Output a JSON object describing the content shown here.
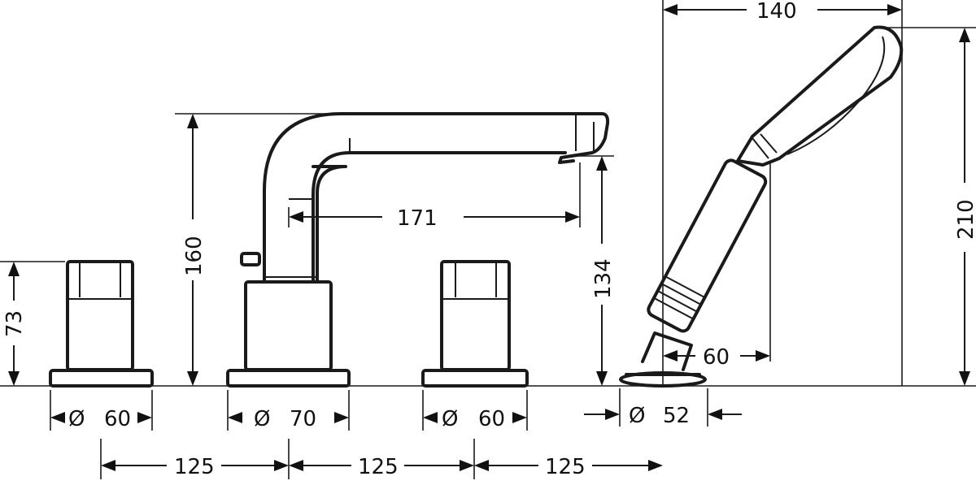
{
  "dimensions": {
    "valve_left_height": "73",
    "valve_left_diameter": "60",
    "spout_height": "160",
    "spout_reach": "171",
    "spout_diameter": "70",
    "spout_outlet_height": "134",
    "valve_right_diameter": "60",
    "handshower_width": "140",
    "handshower_height": "210",
    "handshower_offset": "60",
    "handshower_holder_diameter": "52",
    "spacing_1": "125",
    "spacing_2": "125",
    "spacing_3": "125",
    "diameter_symbol": "Ø"
  }
}
